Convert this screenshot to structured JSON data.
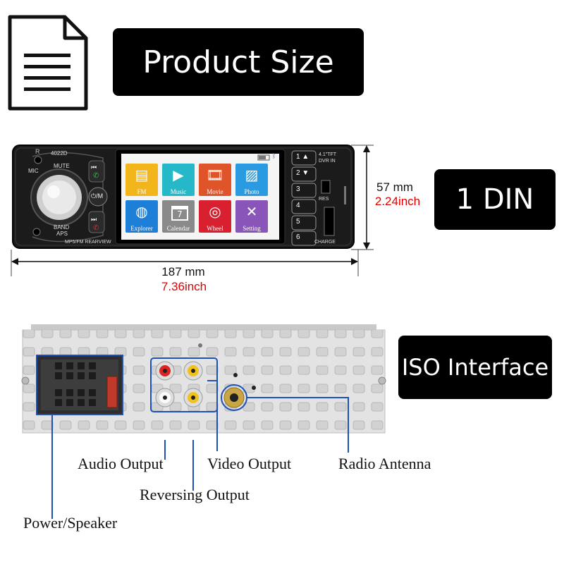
{
  "header": {
    "title": "Product Size"
  },
  "radio": {
    "model": "4022D",
    "bottom_label": "MP5/FM REARVIEW",
    "mic_label": "MIC",
    "reset_label": "R",
    "left_buttons": {
      "mute": "MUTE",
      "band": "BAND",
      "aps": "APS",
      "power": "⏻/M"
    },
    "right_top_label_1": "4.1\"TFT",
    "right_top_label_2": "DVR IN",
    "res_label": "RES",
    "charge_label": "CHARGE",
    "preset_buttons": [
      "1 ▲",
      "2 ▼",
      "3",
      "4",
      "5",
      "6"
    ],
    "apps": [
      {
        "label": "FM",
        "color": "#f2b51c",
        "icon": "radio-icon"
      },
      {
        "label": "Music",
        "color": "#24b8c8",
        "icon": "play-icon"
      },
      {
        "label": "Movie",
        "color": "#e0542a",
        "icon": "film-icon"
      },
      {
        "label": "Photo",
        "color": "#2a9be0",
        "icon": "photo-icon"
      },
      {
        "label": "Explorer",
        "color": "#1e7fd8",
        "icon": "globe-icon"
      },
      {
        "label": "Calendar",
        "color": "#8a8a8a",
        "icon": "calendar-icon"
      },
      {
        "label": "Wheel",
        "color": "#d82030",
        "icon": "steering-wheel-icon"
      },
      {
        "label": "Setting",
        "color": "#8a55b8",
        "icon": "wrench-icon"
      }
    ],
    "calendar_day": "7"
  },
  "dimensions": {
    "height_mm": "57 mm",
    "height_inch": "2.24inch",
    "width_mm": "187 mm",
    "width_inch": "7.36inch"
  },
  "badges": {
    "din": "1 DIN",
    "iso": "ISO Interface"
  },
  "callouts": {
    "audio_output": "Audio Output",
    "video_output": "Video Output",
    "radio_antenna": "Radio Antenna",
    "reversing_output": "Reversing Output",
    "power_speaker": "Power/Speaker"
  },
  "colors": {
    "accent_blue": "#1f4fb8",
    "dim_red": "#e00000",
    "badge_bg": "#000000"
  }
}
